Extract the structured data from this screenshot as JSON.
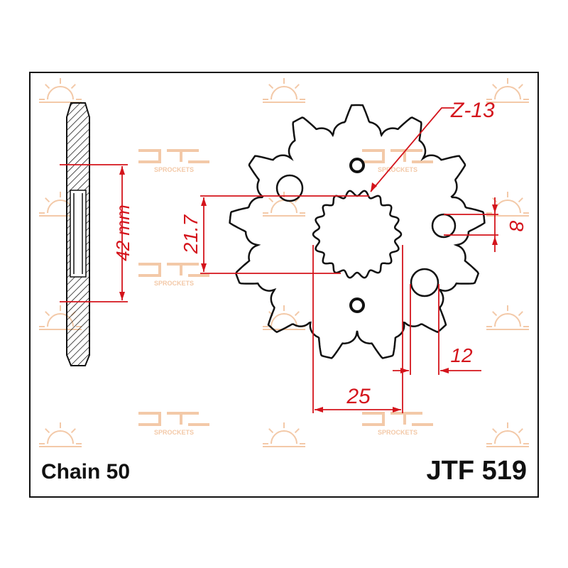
{
  "part_number": "JTF 519",
  "chain_label": "Chain 50",
  "teeth_label": "Z-13",
  "teeth_count": 13,
  "dimensions": {
    "thickness": "42 mm",
    "spline_diameter": "21.7",
    "bore_width": "25",
    "hole_offset": "12",
    "hole_diameter": "8"
  },
  "watermark": {
    "text": "SPROCKETS",
    "color": "#f3c9a8"
  },
  "colors": {
    "line": "#111111",
    "dimension": "#d4141c",
    "frame": "#111111"
  }
}
